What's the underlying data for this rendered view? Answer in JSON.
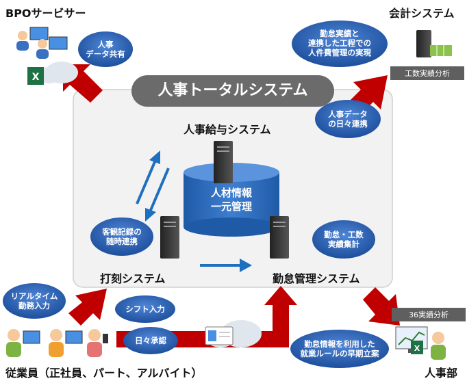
{
  "corners": {
    "bpo": "BPOサービサー",
    "accounting": "会計システム",
    "employees": "従業員（正社員、パート、アルバイト）",
    "hr": "人事部"
  },
  "banner": "人事トータルシステム",
  "systems": {
    "payroll": "人事給与システム",
    "timeclock": "打刻システム",
    "attendance": "勤怠管理システム"
  },
  "database_label": "人材情報\n一元管理",
  "tags": {
    "labor_cost_analysis": "工数実績分析",
    "overtime_analysis": "36実績分析"
  },
  "bubbles": {
    "hr_data_sharing": "人事\nデータ共有",
    "labor_cost_management": "勤怠実績と\n連携した工程での\n人件費管理の実現",
    "daily_hr_data_sync": "人事データ\nの日々連携",
    "objective_record_sync": "客観記録の\n随時連携",
    "attendance_workhours_aggregation": "勤怠・工数\n実績集計",
    "realtime_attendance_input": "リアルタイム\n勤務入力",
    "shift_input": "シフト入力",
    "daily_approval": "日々承認",
    "early_work_rules": "勤怠情報を利用した\n就業ルールの早期立案"
  },
  "colors": {
    "arrow_red": "#c00000",
    "arrow_blue": "#1f6fbf",
    "bubble_blue": "#1d4f9c",
    "banner_gray": "#6b6b6b",
    "panel_bg": "#f2f2f2",
    "tag_gray": "#5f5f5f",
    "database_blue": "#2e6bb8"
  },
  "icons": [
    "computer-user-icon",
    "excel-icon",
    "cloud-icon",
    "server-icon",
    "id-card-icon",
    "chart-monitor-icon"
  ]
}
